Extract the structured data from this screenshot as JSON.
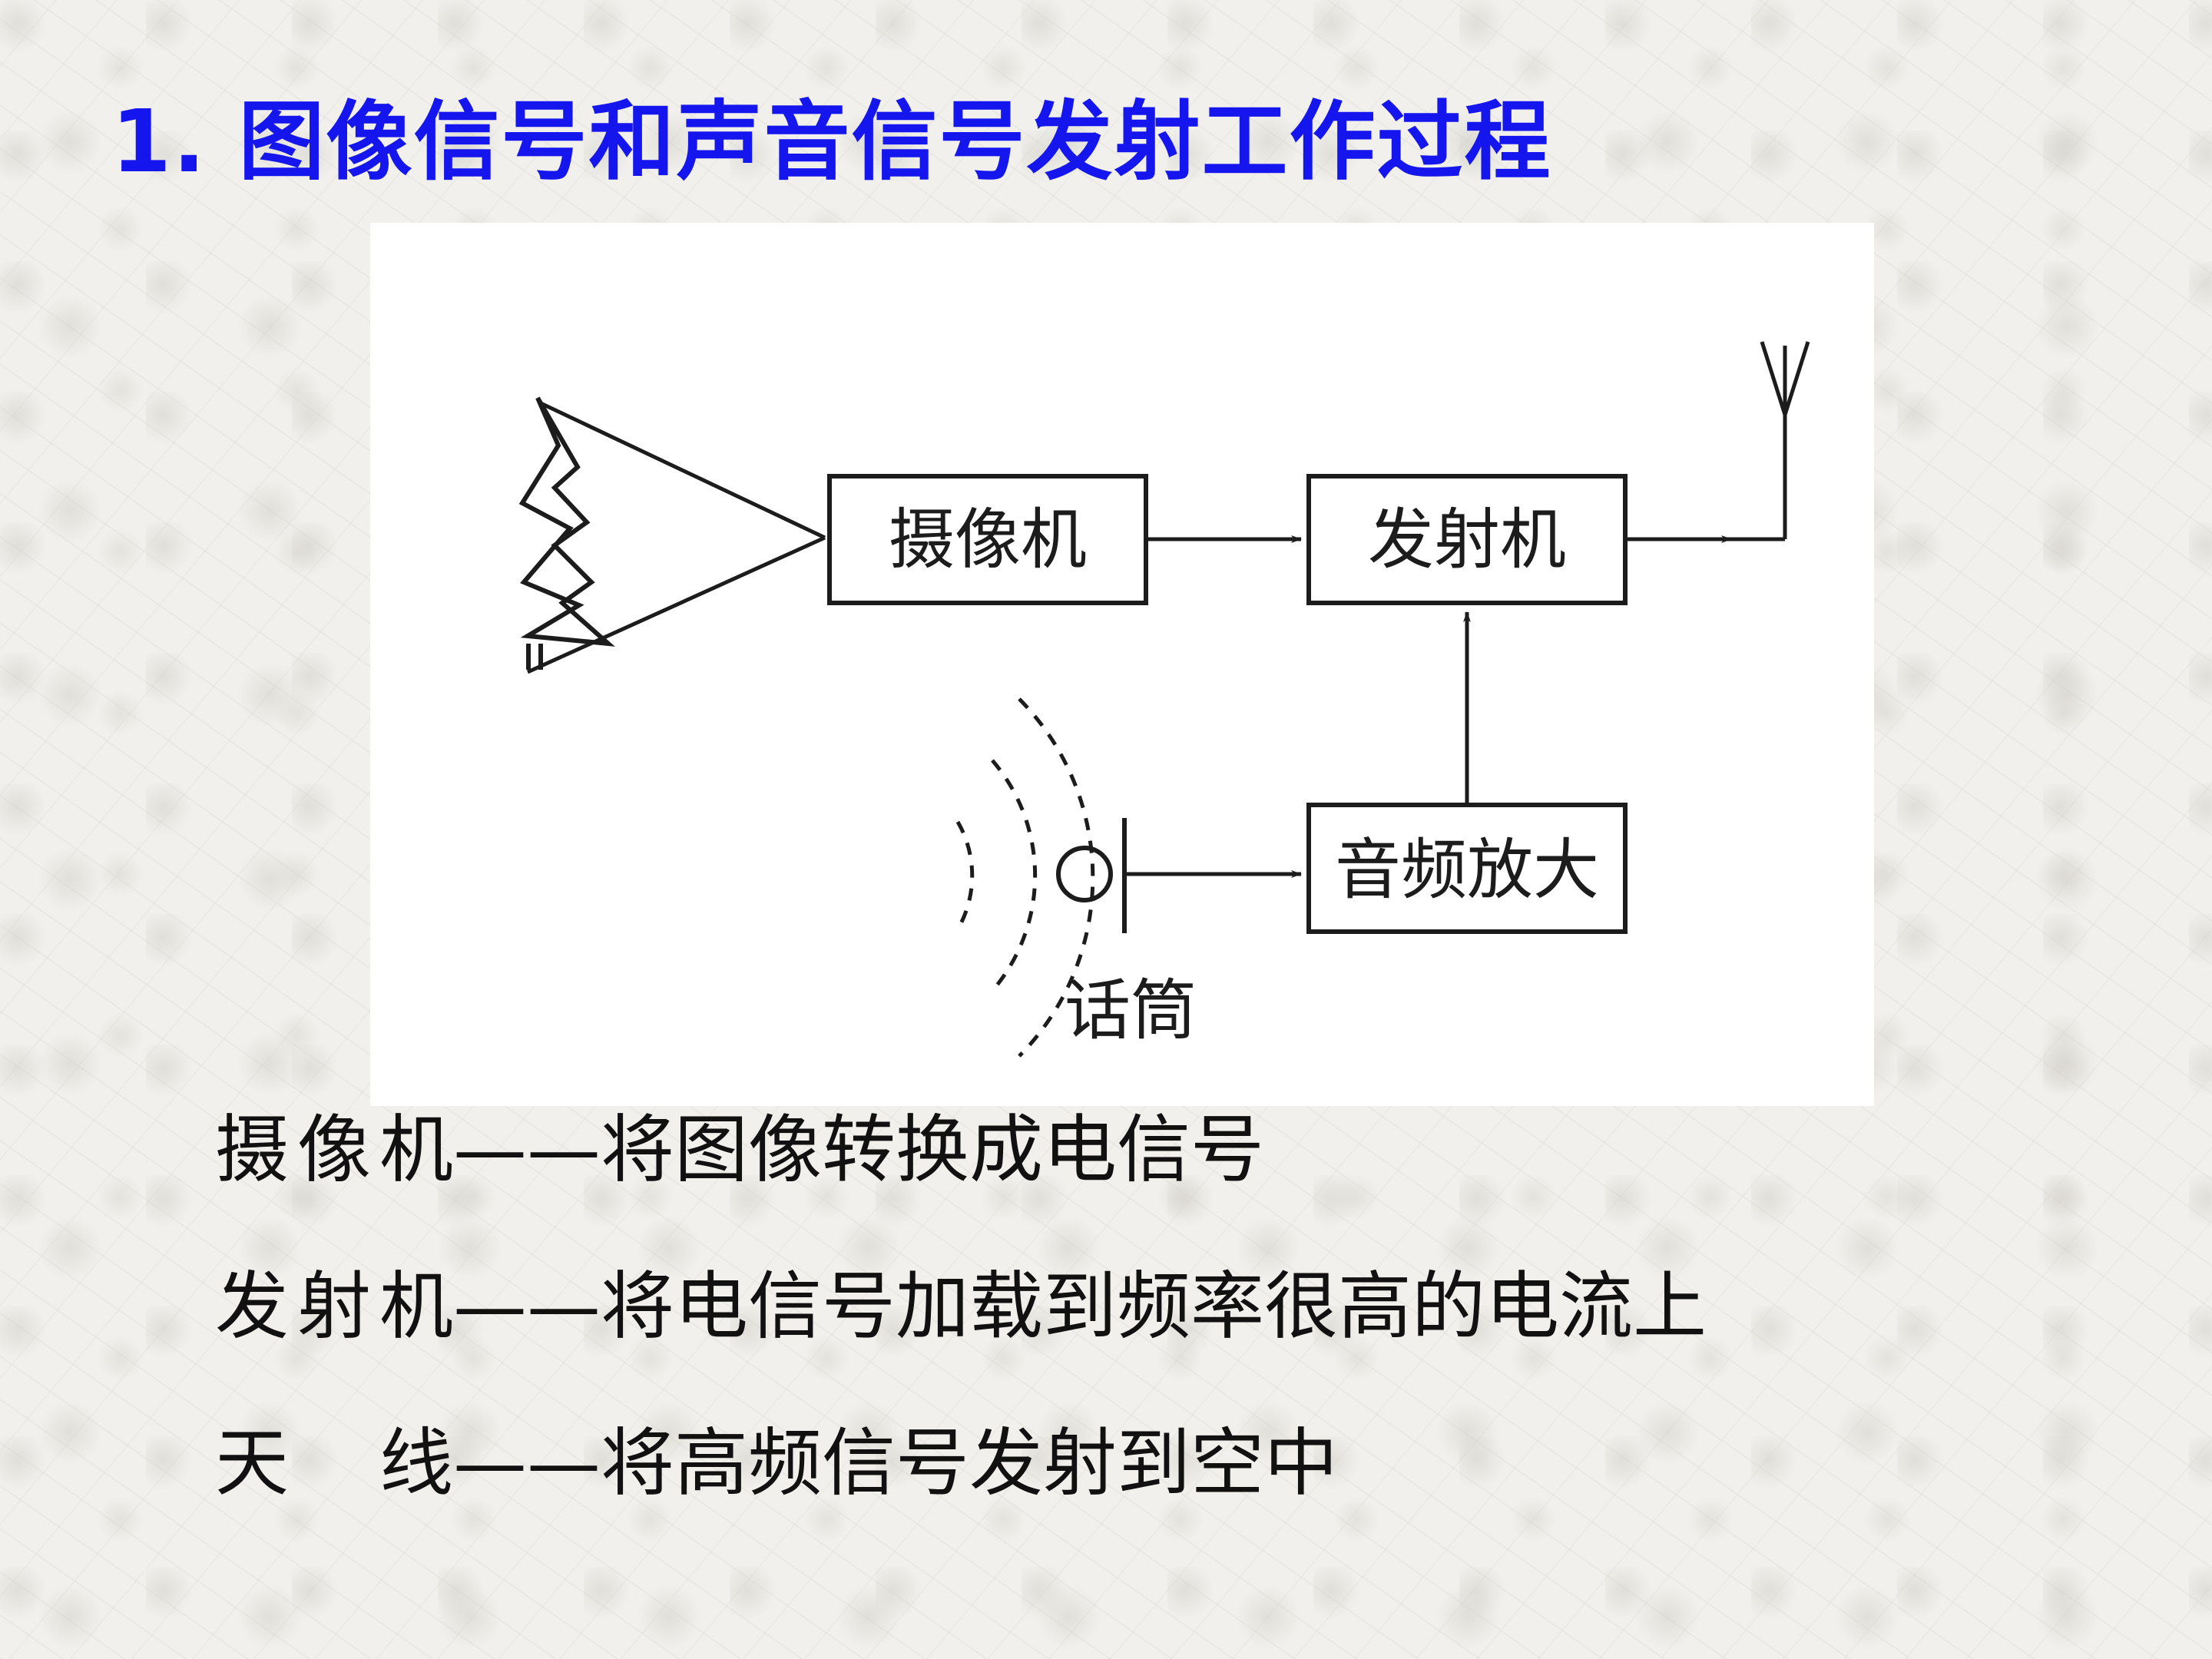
{
  "title": "1. 图像信号和声音信号发射工作过程",
  "diagram": {
    "camera_label": "摄像机",
    "transmitter_label": "发射机",
    "audio_amp_label": "音频放大",
    "microphone_label": "话筒"
  },
  "descriptions": [
    {
      "term": "摄像机",
      "dash": "——",
      "text": "将图像转换成电信号"
    },
    {
      "term": "发射机",
      "dash": "——",
      "text": "将电信号加载到频率很高的电流上"
    },
    {
      "term": "天　线",
      "dash": "——",
      "text": "将高频信号发射到空中"
    }
  ]
}
